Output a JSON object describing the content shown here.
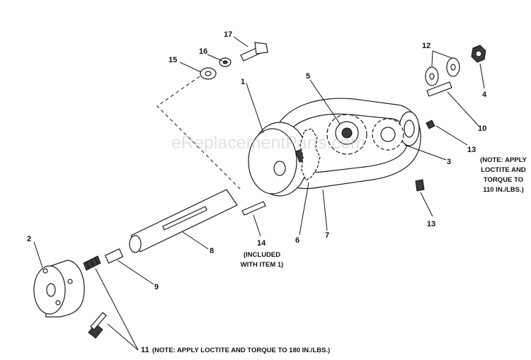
{
  "watermark": "eReplacementParts.com",
  "callouts": {
    "c1": "1",
    "c2": "2",
    "c3": "3",
    "c4": "4",
    "c5": "5",
    "c6": "6",
    "c7": "7",
    "c8": "8",
    "c9": "9",
    "c10": "10",
    "c11": "11",
    "c12": "12",
    "c13a": "13",
    "c13b": "13",
    "c14": "14",
    "c15": "15",
    "c16": "16",
    "c17": "17"
  },
  "notes": {
    "n13": [
      "(NOTE: APPLY",
      "LOCTITE AND",
      "TORQUE TO",
      "110 IN./LBS.)"
    ],
    "n14": [
      "(INCLUDED",
      "WITH ITEM 1)"
    ],
    "n11": "(NOTE: APPLY LOCTITE AND TORQUE TO 180 IN./LBS.)"
  }
}
